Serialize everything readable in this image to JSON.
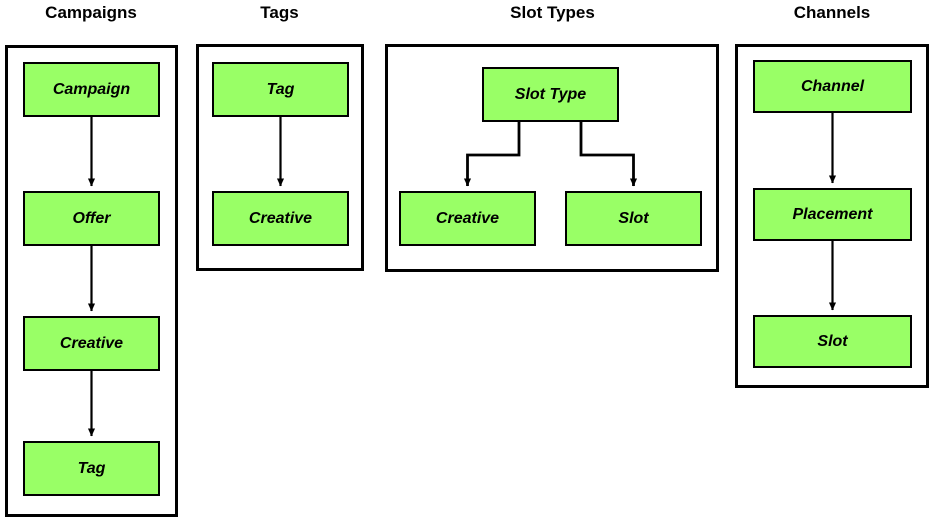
{
  "diagram": {
    "type": "entity-relationship-hierarchy",
    "background_color": "#ffffff",
    "entity_fill_color": "#99ff66",
    "stroke_color": "#000000",
    "groups": [
      {
        "id": "campaigns",
        "title": "Campaigns",
        "nodes": [
          {
            "id": "campaign",
            "label": "Campaign"
          },
          {
            "id": "offer",
            "label": "Offer"
          },
          {
            "id": "creative",
            "label": "Creative"
          },
          {
            "id": "tag",
            "label": "Tag"
          }
        ],
        "edges": [
          {
            "from": "campaign",
            "to": "offer",
            "style": "straight-arrow"
          },
          {
            "from": "offer",
            "to": "creative",
            "style": "straight-arrow"
          },
          {
            "from": "creative",
            "to": "tag",
            "style": "straight-arrow"
          }
        ]
      },
      {
        "id": "tags",
        "title": "Tags",
        "nodes": [
          {
            "id": "tag",
            "label": "Tag"
          },
          {
            "id": "creative",
            "label": "Creative"
          }
        ],
        "edges": [
          {
            "from": "tag",
            "to": "creative",
            "style": "straight-arrow"
          }
        ]
      },
      {
        "id": "slot-types",
        "title": "Slot Types",
        "nodes": [
          {
            "id": "slot-type",
            "label": "Slot Type"
          },
          {
            "id": "creative",
            "label": "Creative"
          },
          {
            "id": "slot",
            "label": "Slot"
          }
        ],
        "edges": [
          {
            "from": "slot-type",
            "to": "creative",
            "style": "elbow-arrow"
          },
          {
            "from": "slot-type",
            "to": "slot",
            "style": "elbow-arrow"
          }
        ]
      },
      {
        "id": "channels",
        "title": "Channels",
        "nodes": [
          {
            "id": "channel",
            "label": "Channel"
          },
          {
            "id": "placement",
            "label": "Placement"
          },
          {
            "id": "slot",
            "label": "Slot"
          }
        ],
        "edges": [
          {
            "from": "channel",
            "to": "placement",
            "style": "straight-arrow"
          },
          {
            "from": "placement",
            "to": "slot",
            "style": "straight-arrow"
          }
        ]
      }
    ]
  }
}
